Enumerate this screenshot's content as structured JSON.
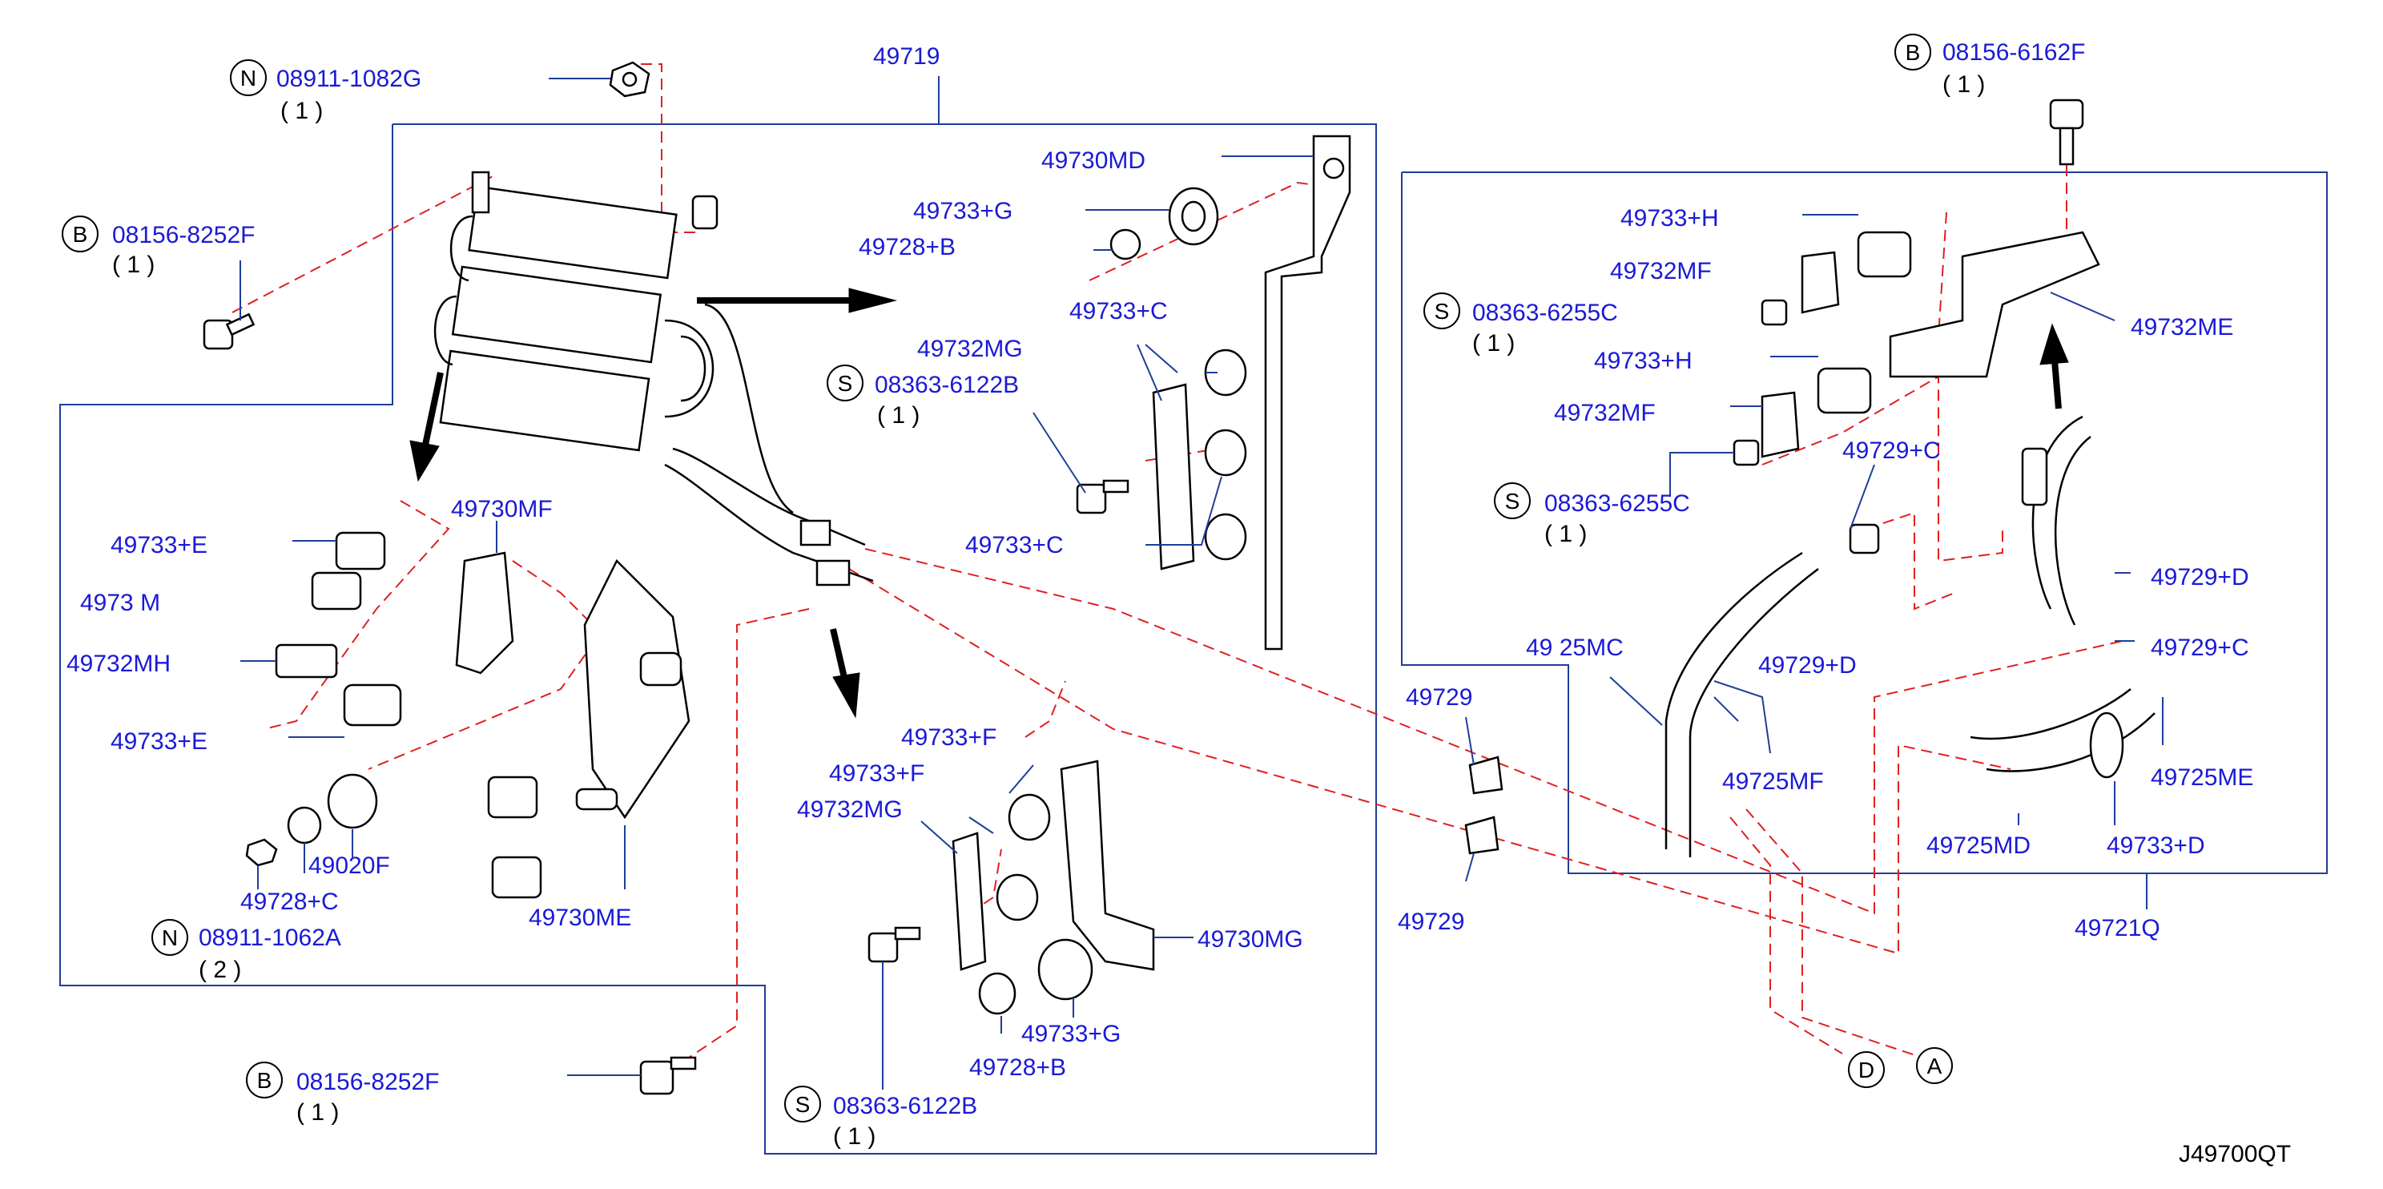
{
  "colors": {
    "label": "#1a1ad6",
    "box": "#1f3d9a",
    "dash": "#e02020",
    "part": "#000000"
  },
  "labels": {
    "p49719": "49719",
    "n08911_1082g": "08911-1082G",
    "b08156_8252f_top": "08156-8252F",
    "p49730md": "49730MD",
    "p49733g_top": "49733+G",
    "p49728b_top": "49728+B",
    "p49732mg_top": "49732MG",
    "p49733c_top": "49733+C",
    "s08363_6122b_top": "08363-6122B",
    "p49733c_bot": "49733+C",
    "p49730mf": "49730MF",
    "p49733e_top": "49733+E",
    "p4973_mh_partial": "4973 M",
    "p49732mh": "49732MH",
    "p49733e_bot": "49733+E",
    "p49020f": "49020F",
    "p49728c": "49728+C",
    "n08911_1062a": "08911-1062A",
    "p49730me": "49730ME",
    "p49733f_a": "49733+F",
    "p49733f_b": "49733+F",
    "p49732mg_bot": "49732MG",
    "p49730mg": "49730MG",
    "p49733g_bot": "49733+G",
    "p49728b_bot": "49728+B",
    "s08363_6122b_bot": "08363-6122B",
    "b08156_8252f_bot": "08156-8252F",
    "b08156_6162f": "08156-6162F",
    "p49733h_a": "49733+H",
    "p49732mf_a": "49732MF",
    "s08363_6255c_a": "08363-6255C",
    "p49732me": "49732ME",
    "p49733h_b": "49733+H",
    "p49732mf_b": "49732MF",
    "p49729c_a": "49729+C",
    "s08363_6255c_b": "08363-6255C",
    "p49729d_a": "49729+D",
    "p4925mc_partial": "49 25MC",
    "p49729d_b": "49729+D",
    "p49729c_b": "49729+C",
    "p49725mf": "49725MF",
    "p49725me": "49725ME",
    "p49725md": "49725MD",
    "p49733d": "49733+D",
    "p49729_a": "49729",
    "p49729_b": "49729",
    "p49721q": "49721Q"
  },
  "qty": {
    "n08911_1082g": "( 1 )",
    "b08156_8252f_top": "( 1 )",
    "s08363_6122b_top": "( 1 )",
    "n08911_1062a": "( 2 )",
    "s08363_6122b_bot": "( 1 )",
    "b08156_8252f_bot": "( 1 )",
    "b08156_6162f": "( 1 )",
    "s08363_6255c_a": "( 1 )",
    "s08363_6255c_b": "( 1 )"
  },
  "circles": {
    "n1": "N",
    "b1": "B",
    "s1": "S",
    "n2": "N",
    "s2": "S",
    "b2": "B",
    "b3": "B",
    "s3": "S",
    "s4": "S",
    "d": "D",
    "a": "A"
  },
  "footer": {
    "code": "J49700QT"
  }
}
